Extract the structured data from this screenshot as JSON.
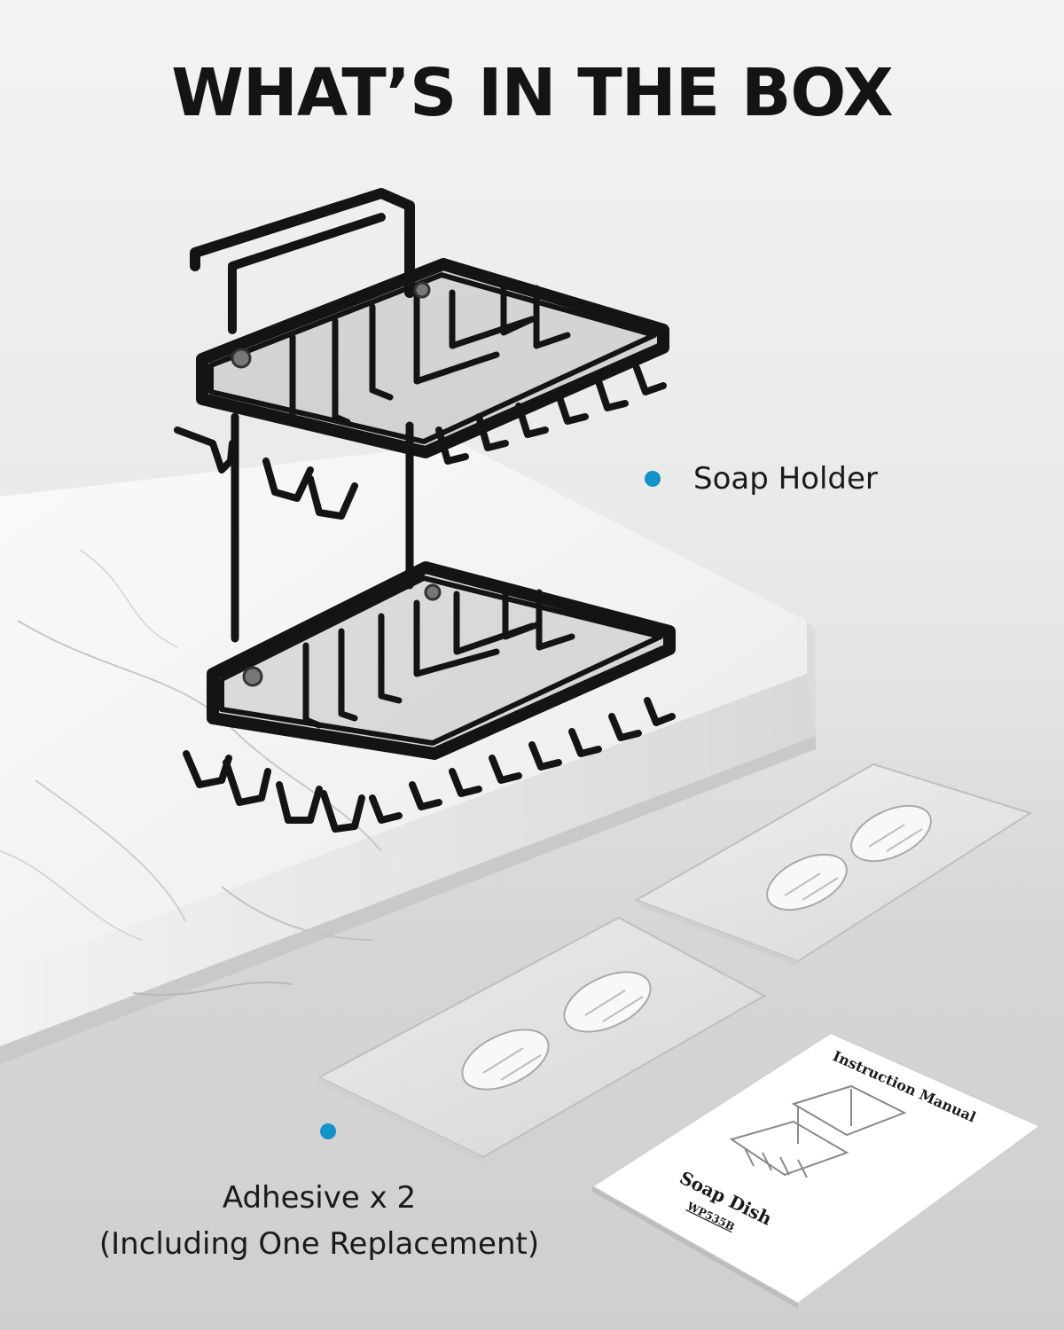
{
  "title": "WHAT’S IN THE BOX",
  "items": {
    "soap_holder": {
      "label": "Soap Holder"
    },
    "adhesive": {
      "line1": "Adhesive x 2",
      "line2": "(Including One Replacement)"
    },
    "manual": {
      "title": "Instruction Manual",
      "product": "Soap Dish",
      "model": "WP535B"
    }
  },
  "colors": {
    "accent_dot": "#1593c9",
    "rack": "#141414",
    "background": "#e8e8e8"
  }
}
